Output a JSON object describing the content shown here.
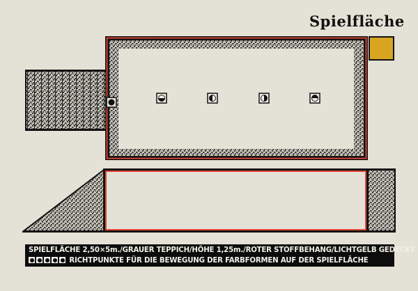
{
  "title": "Spielfläche",
  "legend": {
    "line1": "SPIELFLÄCHE 2,50×5m./GRAUER TEPPICH/HÖHE 1,25m./ROTER STOFFBEHANG/LICHTGELB GEDECKT",
    "line2": "RICHTPUNKTE FÜR DIE BEWEGUNG DER FARBFORMEN AUF DER SPIELFLÄCHE",
    "symbols": [
      "full-circle",
      "half-top",
      "half-left",
      "half-right",
      "half-bottom"
    ]
  },
  "colors": {
    "background": "#e4e2d6",
    "carpet": "#9a988f",
    "curtain": "#e2483a",
    "light": "#d9a521",
    "ink": "#0c0c0c"
  }
}
